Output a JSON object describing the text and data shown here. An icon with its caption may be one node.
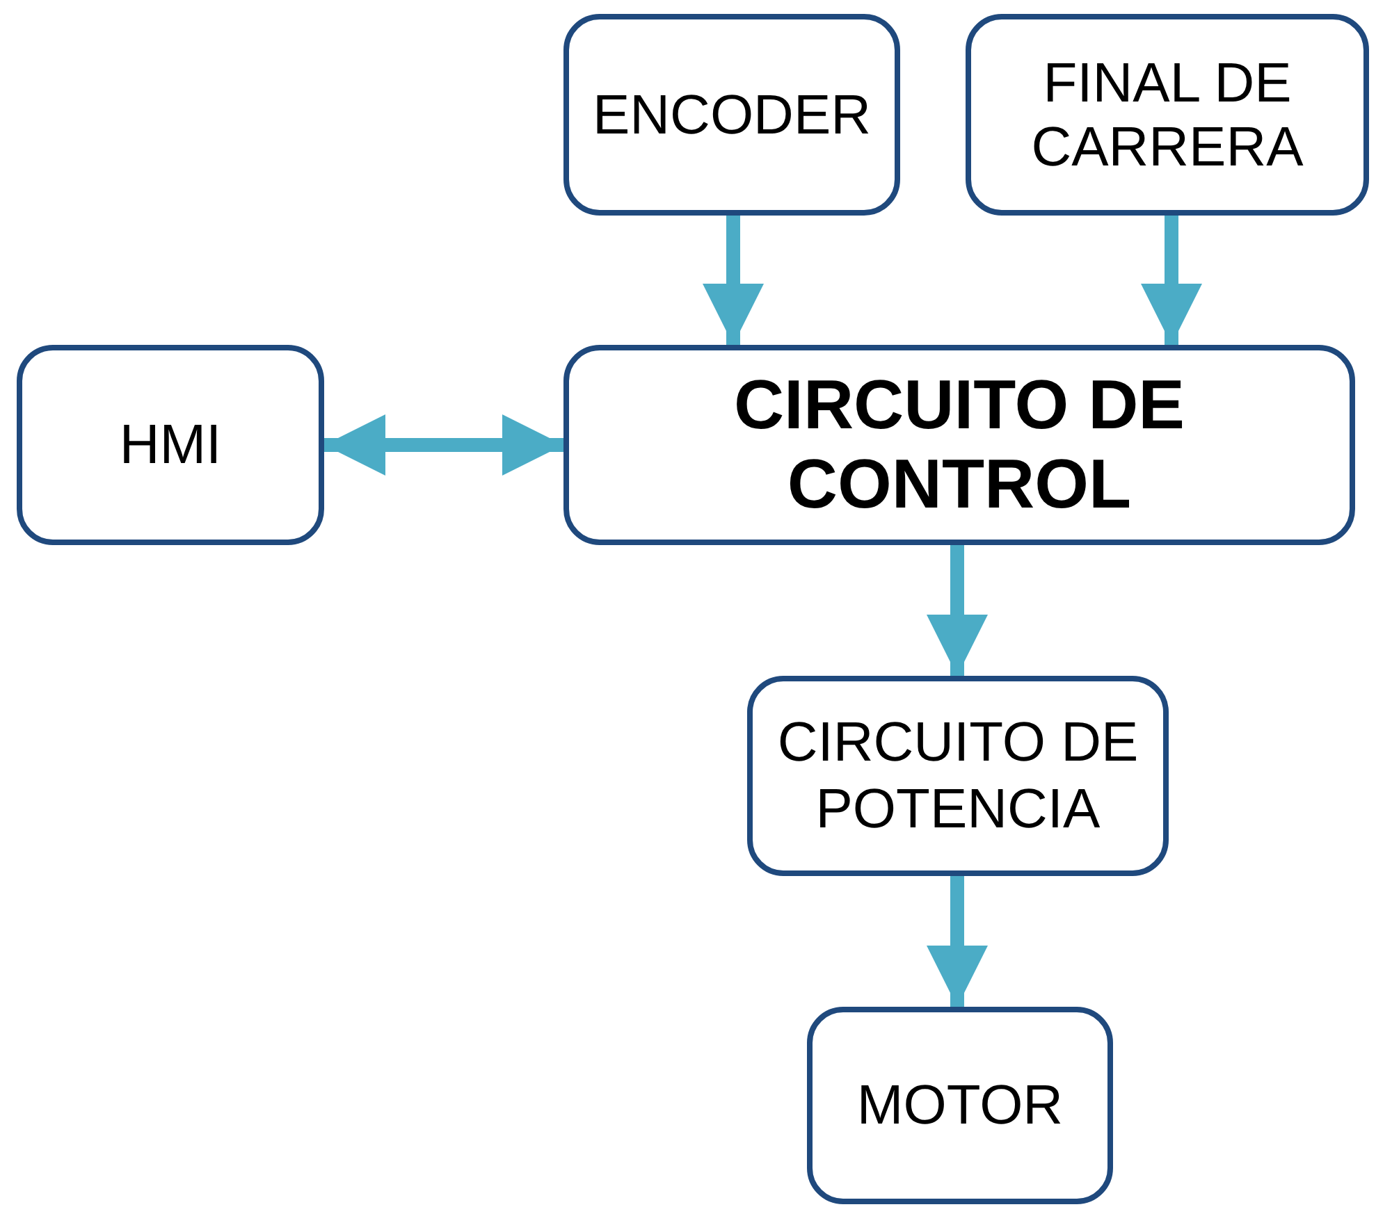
{
  "diagram": {
    "nodes": [
      {
        "text": [
          "ENCODER"
        ]
      },
      {
        "text": [
          "FINAL DE CARRERA"
        ]
      },
      {
        "text": [
          "HMI"
        ]
      },
      {
        "text": [
          "CIRCUITO DE CONTROL"
        ]
      },
      {
        "text": [
          "CIRCUITO DE POTENCIA"
        ]
      },
      {
        "text": [
          "MOTOR"
        ]
      }
    ],
    "edges": [
      {
        "from": 0,
        "to": 3,
        "arrow": "to"
      },
      {
        "from": 1,
        "to": 3,
        "arrow": "to"
      },
      {
        "from": 2,
        "to": 3,
        "arrow": "both"
      },
      {
        "from": 3,
        "to": 4,
        "arrow": "to"
      },
      {
        "from": 4,
        "to": 5,
        "arrow": "to"
      }
    ]
  }
}
